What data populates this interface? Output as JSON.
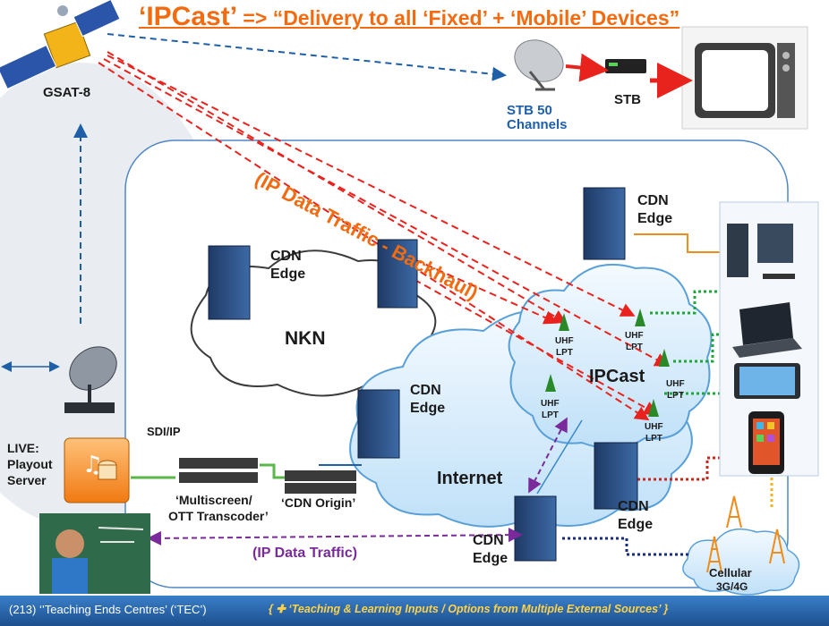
{
  "title": {
    "main": "‘IPCast’",
    "subtitle": " => “Delivery to all ‘Fixed’ + ‘Mobile’ Devices”"
  },
  "satellite": {
    "label": "GSAT-8"
  },
  "stb": {
    "dish_label_line1": "STB 50",
    "dish_label_line2": "Channels",
    "box_label": "STB"
  },
  "backhaul_label": "(IP Data Traffic - Backhaul)",
  "clouds": {
    "nkn": "NKN",
    "internet": "Internet",
    "ipcast": "IPCast",
    "cellular_line1": "Cellular",
    "cellular_line2": "3G/4G"
  },
  "cdn_edges": [
    {
      "line1": "CDN",
      "line2": "Edge"
    },
    {
      "line1": "CDN",
      "line2": "Edge"
    },
    {
      "line1": "CDN",
      "line2": "Edge"
    },
    {
      "line1": "CDN",
      "line2": "Edge"
    },
    {
      "line1": "CDN",
      "line2": "Edge"
    }
  ],
  "uhf": [
    {
      "line1": "UHF",
      "line2": "LPT"
    },
    {
      "line1": "UHF",
      "line2": "LPT"
    },
    {
      "line1": "UHF",
      "line2": "LPT"
    },
    {
      "line1": "UHF",
      "line2": "LPT"
    },
    {
      "line1": "UHF",
      "line2": "LPT"
    }
  ],
  "playout": {
    "line1": "LIVE:",
    "line2": "Playout",
    "line3": "Server"
  },
  "sdi_label": "SDI/IP",
  "transcoder": {
    "line1": "‘Multiscreen/",
    "line2": "OTT Transcoder’"
  },
  "cdn_origin": "‘CDN Origin’",
  "ip_traffic": "(IP Data Traffic)",
  "footer": {
    "left": "(213) ‘’Teaching Ends Centres’ (‘TEC’)",
    "right": "{ ✚ ‘Teaching & Learning Inputs / Options  from Multiple  External Sources’ }"
  },
  "colors": {
    "orange": "#f26b10",
    "blue": "#1f5fa8",
    "red_dashed": "#e8231e",
    "green_dotted": "#1fa63a",
    "purple": "#7a2a9a",
    "navy_dotted": "#1a2d7a",
    "yellow_dotted": "#f3b51b",
    "footer_bg": "#2a66ad"
  }
}
